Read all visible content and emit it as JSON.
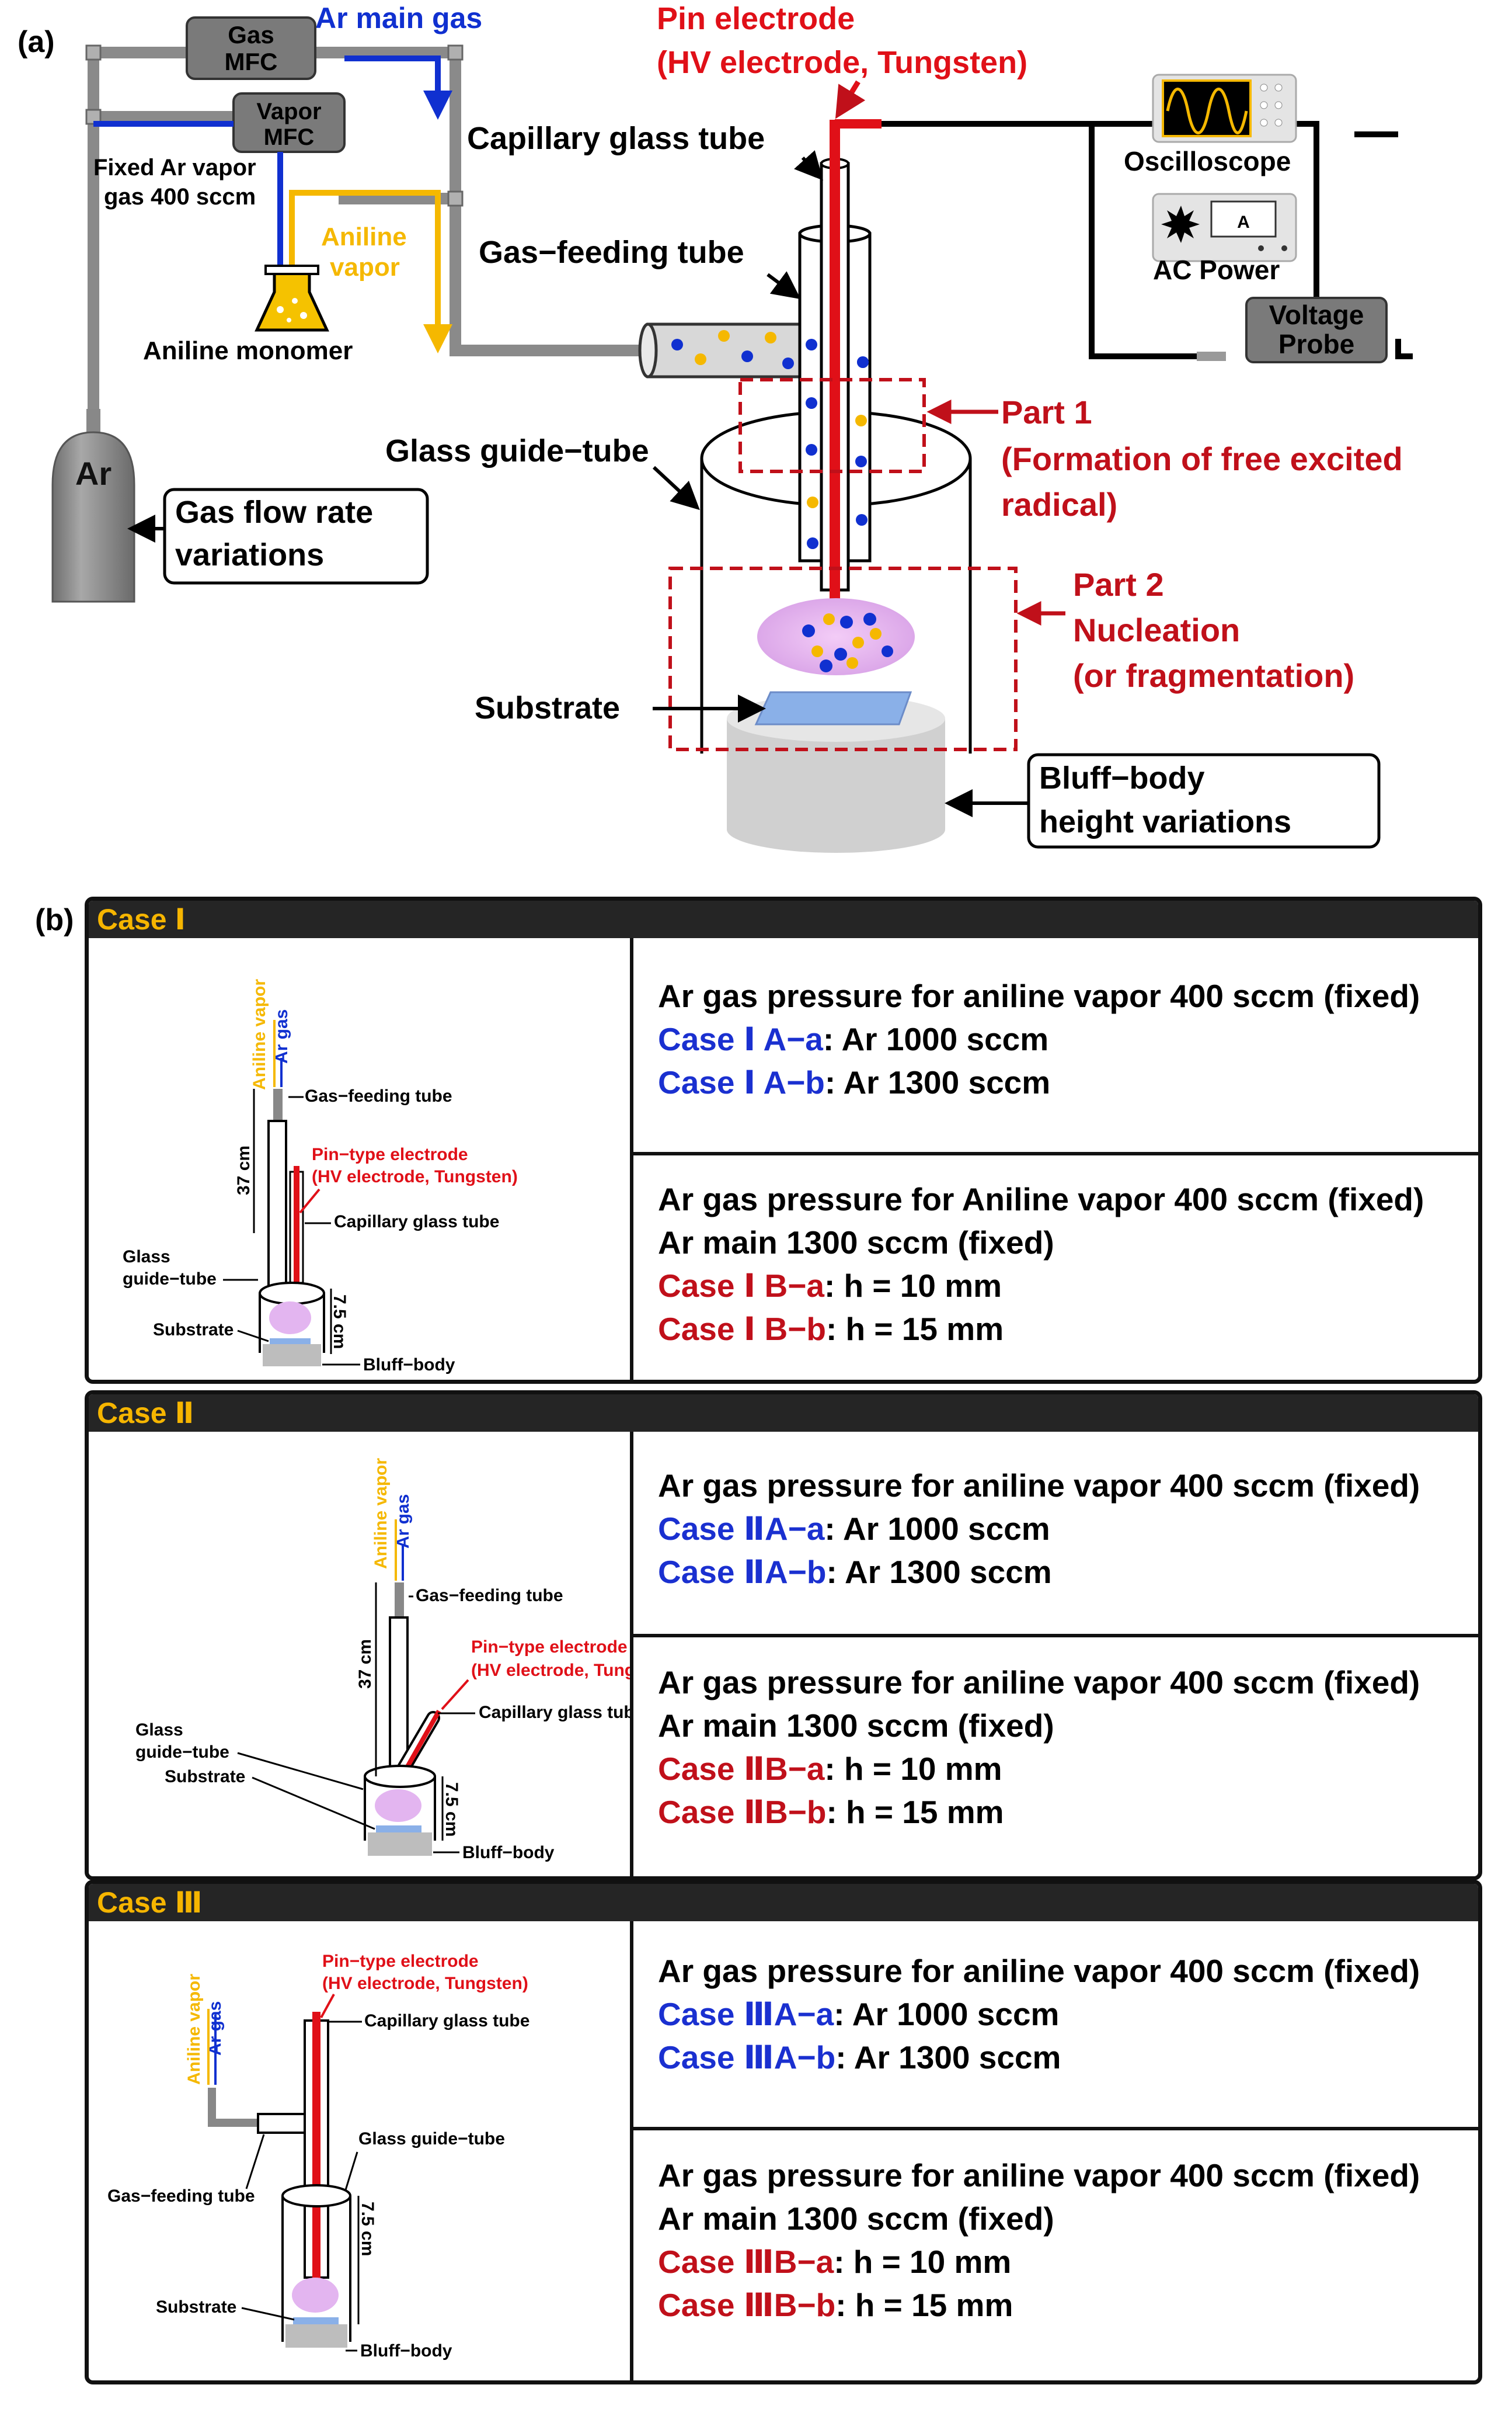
{
  "panel_a": {
    "label": "(a)",
    "gas_mfc": [
      "Gas",
      "MFC"
    ],
    "vapor_mfc": [
      "Vapor",
      "MFC"
    ],
    "ar_main_gas": "Ar main gas",
    "fixed_ar_vapor": [
      "Fixed Ar vapor",
      "gas 400 sccm"
    ],
    "aniline_vapor": [
      "Aniline",
      "vapor"
    ],
    "aniline_monomer": "Aniline monomer",
    "ar_cylinder": "Ar",
    "gas_flow_box": [
      "Gas flow rate",
      "variations"
    ],
    "pin_electrode": [
      "Pin electrode",
      "(HV electrode, Tungsten)"
    ],
    "capillary_tube": "Capillary glass tube",
    "gas_feeding_tube": "Gas−feeding tube",
    "glass_guide_tube": "Glass guide−tube",
    "part1": [
      "Part 1",
      "(Formation of free excited",
      "radical)"
    ],
    "part2": [
      "Part 2",
      "Nucleation",
      "(or fragmentation)"
    ],
    "substrate": "Substrate",
    "bluff_body_box": [
      "Bluff−body",
      "height variations"
    ],
    "oscilloscope": "Oscilloscope",
    "ac_power": "AC Power",
    "ammeter_letter": "A",
    "voltage_probe": [
      "Voltage",
      "Probe"
    ],
    "colors": {
      "red": "#e01018",
      "blue": "#1030d0",
      "yellow": "#f5b800",
      "gray": "#8a8a8a",
      "darkred": "#c0101a"
    }
  },
  "panel_b": {
    "label": "(b)",
    "diagram_labels": {
      "aniline_vapor": "Aniline vapor",
      "ar_gas": "Ar gas",
      "gas_feeding_tube": "Gas−feeding tube",
      "pin_electrode": [
        "Pin−type electrode",
        "(HV electrode, Tungsten)"
      ],
      "capillary_tube": "Capillary glass tube",
      "glass_guide_tube": [
        "Glass",
        "guide−tube"
      ],
      "glass_guide_tube_inline": "Glass guide−tube",
      "length_37": "37 cm",
      "length_75": "7.5 cm",
      "substrate": "Substrate",
      "bluff_body": "Bluff−body"
    },
    "cases": [
      {
        "title": "Case Ⅰ",
        "top": {
          "line1": "Ar gas pressure for aniline vapor 400 sccm (fixed)",
          "a_label": "Case Ⅰ A−a",
          "a_value": ": Ar 1000 sccm",
          "b_label": "Case Ⅰ A−b",
          "b_value": ": Ar 1300 sccm"
        },
        "bottom": {
          "line1": "Ar gas pressure for Aniline vapor 400 sccm (fixed)",
          "line2": "Ar main 1300 sccm (fixed)",
          "a_label": "Case Ⅰ B−a",
          "a_value": ": h = 10 mm",
          "b_label": "Case Ⅰ B−b",
          "b_value": ": h = 15 mm"
        }
      },
      {
        "title": "Case Ⅱ",
        "top": {
          "line1": "Ar gas pressure for aniline vapor 400 sccm (fixed)",
          "a_label": "Case ⅡA−a",
          "a_value": ": Ar 1000 sccm",
          "b_label": "Case ⅡA−b",
          "b_value": ": Ar 1300 sccm"
        },
        "bottom": {
          "line1": "Ar gas pressure for aniline vapor 400 sccm (fixed)",
          "line2": "Ar main 1300 sccm (fixed)",
          "a_label": "Case ⅡB−a",
          "a_value": ": h = 10 mm",
          "b_label": "Case ⅡB−b",
          "b_value": ": h = 15 mm"
        }
      },
      {
        "title": "Case Ⅲ",
        "top": {
          "line1": "Ar gas pressure for aniline vapor 400 sccm (fixed)",
          "a_label": "Case ⅢA−a",
          "a_value": ": Ar 1000 sccm",
          "b_label": "Case ⅢA−b",
          "b_value": ": Ar 1300 sccm"
        },
        "bottom": {
          "line1": "Ar gas pressure for aniline vapor 400 sccm (fixed)",
          "line2": "Ar main 1300 sccm (fixed)",
          "a_label": "Case ⅢB−a",
          "a_value": ": h = 10 mm",
          "b_label": "Case ⅢB−b",
          "b_value": ": h = 15 mm"
        }
      }
    ]
  }
}
